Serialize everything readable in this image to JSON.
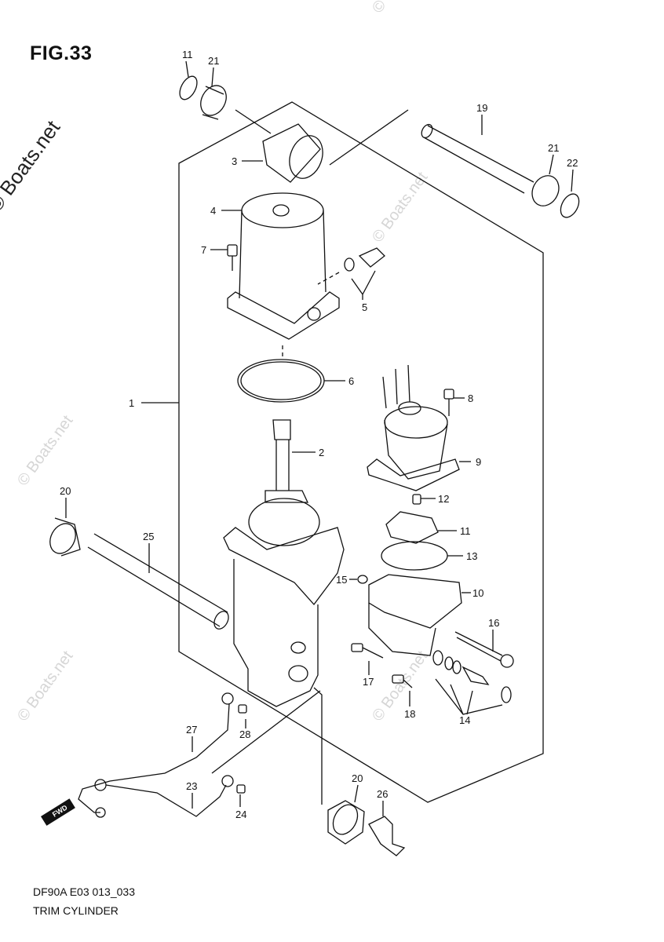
{
  "figure": {
    "title": "FIG.33"
  },
  "footer": {
    "code": "DF90A E03 013_033",
    "name": "TRIM CYLINDER"
  },
  "watermark": {
    "main": "© Boats.net",
    "faint": "© Boats.net"
  },
  "fwd_label": "FWD",
  "callouts": {
    "c1": "1",
    "c2": "2",
    "c3": "3",
    "c4": "4",
    "c5": "5",
    "c6": "6",
    "c7": "7",
    "c8": "8",
    "c9": "9",
    "c10": "10",
    "c11a": "11",
    "c11b": "11",
    "c12": "12",
    "c13": "13",
    "c14": "14",
    "c15": "15",
    "c16": "16",
    "c17": "17",
    "c18": "18",
    "c19": "19",
    "c20a": "20",
    "c20b": "20",
    "c21a": "21",
    "c21b": "21",
    "c22": "22",
    "c23": "23",
    "c24": "24",
    "c25": "25",
    "c26": "26",
    "c27": "27",
    "c28": "28"
  }
}
